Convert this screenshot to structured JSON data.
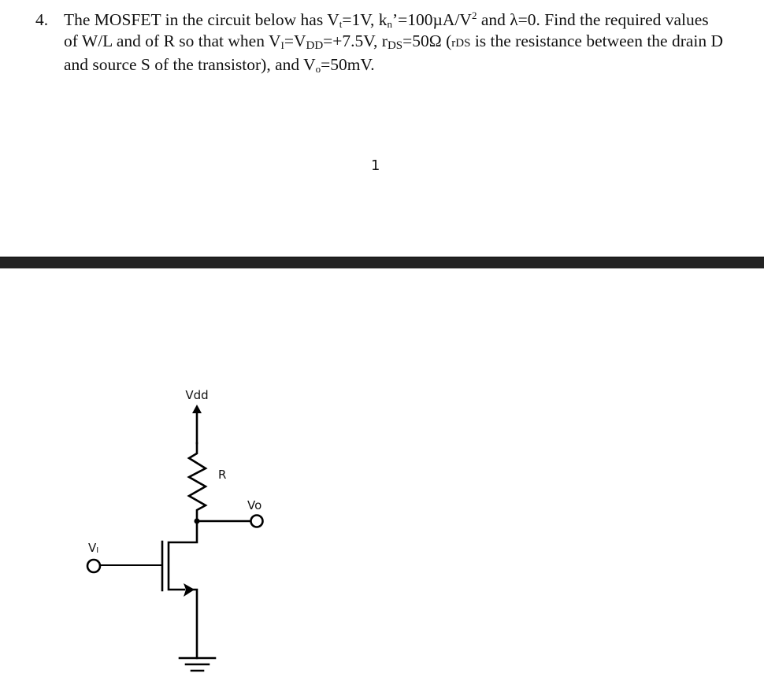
{
  "problem": {
    "number": "4.",
    "line1": {
      "t1": "The MOSFET in the circuit below has V",
      "vt_sub": "t",
      "t2": "=1V, k",
      "kn_sub": "n",
      "t3": "’=100µA/V",
      "sq": "2",
      "t4": " and λ=0. Find the required values"
    },
    "line2": {
      "t1": "of W/L and of R so that when V",
      "vi_sub": "I",
      "t2": "=V",
      "vdd_sub": "DD",
      "t3": "=+7.5V, r",
      "rds_sub": "DS",
      "t4": "=50Ω (",
      "rds_small": "rDS",
      "t5": " is the resistance between the drain D"
    },
    "line3": {
      "t1": "and source S of the transistor), and V",
      "vo_sub": "o",
      "t2": "=50mV."
    }
  },
  "page_number": "1",
  "divider_color": "#232323",
  "circuit": {
    "labels": {
      "vdd": "Vdd",
      "r": "R",
      "vo": "Vo",
      "vi": "V",
      "vi_sub": "I"
    },
    "components": [
      "supply-vdd",
      "resistor-R",
      "nmos-transistor",
      "ground",
      "input-terminal-VI",
      "output-terminal-Vo"
    ]
  }
}
